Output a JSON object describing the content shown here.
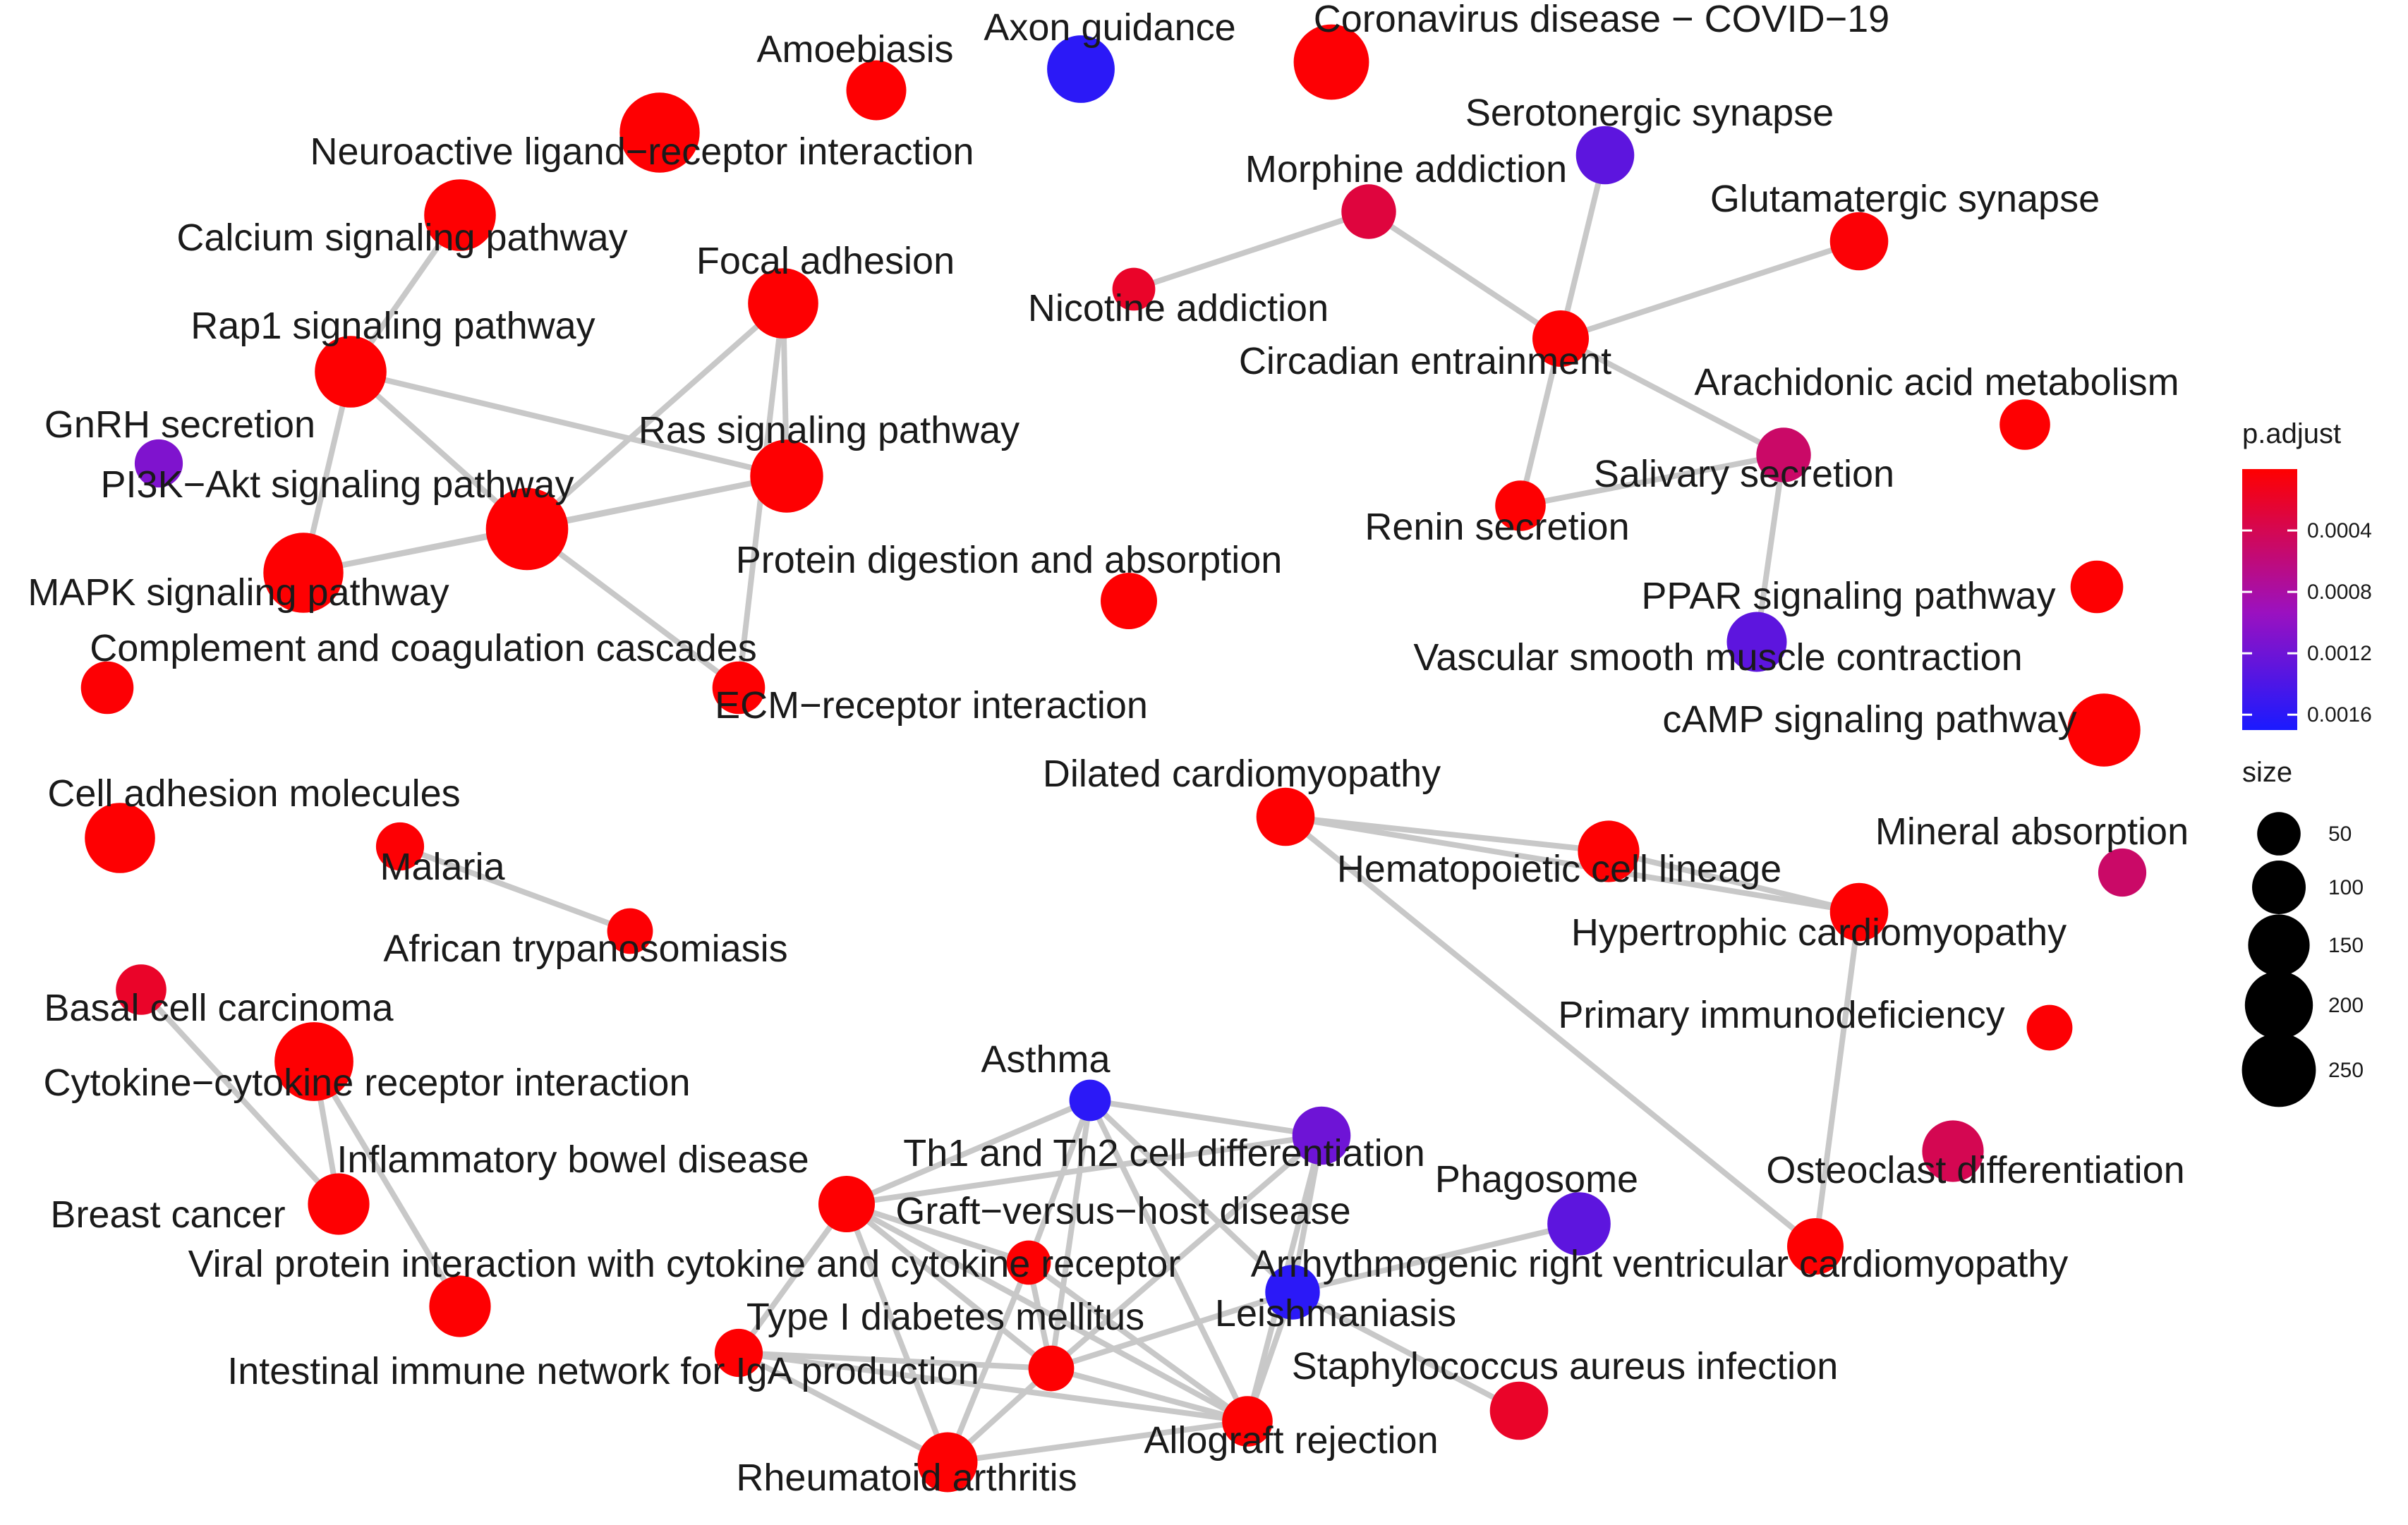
{
  "chart_data": {
    "type": "network",
    "nodes": [
      {
        "id": "amoebiasis",
        "label": "Amoebiasis",
        "size": 120,
        "p_adjust": 1e-05
      },
      {
        "id": "axon_guidance",
        "label": "Axon guidance",
        "size": 170,
        "p_adjust": 0.0016
      },
      {
        "id": "covid19",
        "label": "Coronavirus disease − COVID−19",
        "size": 230,
        "p_adjust": 2e-05
      },
      {
        "id": "neuroactive",
        "label": "Neuroactive ligand−receptor interaction",
        "size": 270,
        "p_adjust": 1e-05
      },
      {
        "id": "calcium",
        "label": "Calcium signaling pathway",
        "size": 200,
        "p_adjust": 1e-05
      },
      {
        "id": "focal_adhesion",
        "label": "Focal adhesion",
        "size": 190,
        "p_adjust": 1e-05
      },
      {
        "id": "rap1",
        "label": "Rap1 signaling pathway",
        "size": 200,
        "p_adjust": 1e-05
      },
      {
        "id": "gnrh",
        "label": "GnRH secretion",
        "size": 60,
        "p_adjust": 0.0011
      },
      {
        "id": "pi3k_akt",
        "label": "PI3K−Akt signaling pathway",
        "size": 290,
        "p_adjust": 1e-05
      },
      {
        "id": "ras",
        "label": "Ras signaling pathway",
        "size": 210,
        "p_adjust": 1e-05
      },
      {
        "id": "mapk",
        "label": "MAPK signaling pathway",
        "size": 270,
        "p_adjust": 1e-05
      },
      {
        "id": "complement",
        "label": "Complement and coagulation cascades",
        "size": 80,
        "p_adjust": 2e-05
      },
      {
        "id": "protein_digestion",
        "label": "Protein digestion and absorption",
        "size": 100,
        "p_adjust": 1e-05
      },
      {
        "id": "ecm_receptor",
        "label": "ECM−receptor interaction",
        "size": 80,
        "p_adjust": 1e-05
      },
      {
        "id": "serotonergic",
        "label": "Serotonergic synapse",
        "size": 110,
        "p_adjust": 0.0013
      },
      {
        "id": "morphine",
        "label": "Morphine addiction",
        "size": 90,
        "p_adjust": 0.0003
      },
      {
        "id": "glutamatergic",
        "label": "Glutamatergic synapse",
        "size": 110,
        "p_adjust": 3e-05
      },
      {
        "id": "nicotine",
        "label": "Nicotine addiction",
        "size": 40,
        "p_adjust": 0.0002
      },
      {
        "id": "circadian",
        "label": "Circadian entrainment",
        "size": 100,
        "p_adjust": 1e-05
      },
      {
        "id": "arachidonic",
        "label": "Arachidonic acid metabolism",
        "size": 70,
        "p_adjust": 1e-05
      },
      {
        "id": "salivary",
        "label": "Salivary secretion",
        "size": 90,
        "p_adjust": 0.0005
      },
      {
        "id": "renin",
        "label": "Renin secretion",
        "size": 70,
        "p_adjust": 1e-05
      },
      {
        "id": "ppar",
        "label": "PPAR signaling pathway",
        "size": 80,
        "p_adjust": 1e-05
      },
      {
        "id": "vascular_smooth",
        "label": "Vascular smooth muscle contraction",
        "size": 120,
        "p_adjust": 0.0013
      },
      {
        "id": "camp",
        "label": "cAMP signaling pathway",
        "size": 210,
        "p_adjust": 1e-05
      },
      {
        "id": "dilated_cm",
        "label": "Dilated cardiomyopathy",
        "size": 110,
        "p_adjust": 1e-05
      },
      {
        "id": "hematopoietic",
        "label": "Hematopoietic cell lineage",
        "size": 130,
        "p_adjust": 1e-05
      },
      {
        "id": "mineral_absorption",
        "label": "Mineral absorption",
        "size": 60,
        "p_adjust": 0.0005
      },
      {
        "id": "hypertrophic_cm",
        "label": "Hypertrophic cardiomyopathy",
        "size": 110,
        "p_adjust": 1e-05
      },
      {
        "id": "primary_immuno",
        "label": "Primary immunodeficiency",
        "size": 50,
        "p_adjust": 2e-05
      },
      {
        "id": "osteoclast",
        "label": "Osteoclast differentiation",
        "size": 130,
        "p_adjust": 0.0004
      },
      {
        "id": "arvc",
        "label": "Arrhythmogenic right ventricular cardiomyopathy",
        "size": 100,
        "p_adjust": 1e-05
      },
      {
        "id": "phagosome",
        "label": "Phagosome",
        "size": 140,
        "p_adjust": 0.0013
      },
      {
        "id": "cell_adhesion",
        "label": "Cell adhesion molecules",
        "size": 190,
        "p_adjust": 1e-05
      },
      {
        "id": "malaria",
        "label": "Malaria",
        "size": 60,
        "p_adjust": 2e-05
      },
      {
        "id": "african_tryp",
        "label": "African trypanosomiasis",
        "size": 50,
        "p_adjust": 2e-05
      },
      {
        "id": "basal_cell",
        "label": "Basal cell carcinoma",
        "size": 70,
        "p_adjust": 0.0002
      },
      {
        "id": "cytokine_receptor",
        "label": "Cytokine−cytokine receptor interaction",
        "size": 260,
        "p_adjust": 1e-05
      },
      {
        "id": "breast_cancer",
        "label": "Breast cancer",
        "size": 130,
        "p_adjust": 1e-05
      },
      {
        "id": "viral_protein",
        "label": "Viral protein interaction with cytokine and cytokine receptor",
        "size": 130,
        "p_adjust": 1e-05
      },
      {
        "id": "asthma",
        "label": "Asthma",
        "size": 35,
        "p_adjust": 0.0016
      },
      {
        "id": "th1_th2",
        "label": "Th1 and Th2 cell differentiation",
        "size": 110,
        "p_adjust": 0.0012
      },
      {
        "id": "ibd",
        "label": "Inflammatory bowel disease",
        "size": 100,
        "p_adjust": 1e-05
      },
      {
        "id": "graft_vs_host",
        "label": "Graft−versus−host disease",
        "size": 45,
        "p_adjust": 1e-05
      },
      {
        "id": "leishmaniasis",
        "label": "Leishmaniasis",
        "size": 90,
        "p_adjust": 0.0016
      },
      {
        "id": "type1_diabetes",
        "label": "Type I diabetes mellitus",
        "size": 50,
        "p_adjust": 1e-05
      },
      {
        "id": "intestinal_iga",
        "label": "Intestinal immune network for IgA production",
        "size": 60,
        "p_adjust": 1e-05
      },
      {
        "id": "staph",
        "label": "Staphylococcus aureus infection",
        "size": 110,
        "p_adjust": 0.0002
      },
      {
        "id": "allograft",
        "label": "Allograft rejection",
        "size": 70,
        "p_adjust": 1e-05
      },
      {
        "id": "rheumatoid",
        "label": "Rheumatoid arthritis",
        "size": 120,
        "p_adjust": 1e-05
      }
    ],
    "edges": [
      [
        "calcium",
        "rap1"
      ],
      [
        "rap1",
        "pi3k_akt"
      ],
      [
        "rap1",
        "ras"
      ],
      [
        "rap1",
        "mapk"
      ],
      [
        "pi3k_akt",
        "mapk"
      ],
      [
        "pi3k_akt",
        "ras"
      ],
      [
        "pi3k_akt",
        "focal_adhesion"
      ],
      [
        "pi3k_akt",
        "ecm_receptor"
      ],
      [
        "ras",
        "focal_adhesion"
      ],
      [
        "ras",
        "mapk"
      ],
      [
        "focal_adhesion",
        "ecm_receptor"
      ],
      [
        "morphine",
        "nicotine"
      ],
      [
        "morphine",
        "circadian"
      ],
      [
        "serotonergic",
        "circadian"
      ],
      [
        "circadian",
        "glutamatergic"
      ],
      [
        "circadian",
        "salivary"
      ],
      [
        "circadian",
        "renin"
      ],
      [
        "renin",
        "salivary"
      ],
      [
        "salivary",
        "vascular_smooth"
      ],
      [
        "dilated_cm",
        "hematopoietic"
      ],
      [
        "dilated_cm",
        "hypertrophic_cm"
      ],
      [
        "dilated_cm",
        "arvc"
      ],
      [
        "hematopoietic",
        "hypertrophic_cm"
      ],
      [
        "hypertrophic_cm",
        "arvc"
      ],
      [
        "malaria",
        "african_tryp"
      ],
      [
        "basal_cell",
        "breast_cancer"
      ],
      [
        "cytokine_receptor",
        "viral_protein"
      ],
      [
        "breast_cancer",
        "cytokine_receptor"
      ],
      [
        "asthma",
        "th1_th2"
      ],
      [
        "asthma",
        "ibd"
      ],
      [
        "asthma",
        "graft_vs_host"
      ],
      [
        "asthma",
        "type1_diabetes"
      ],
      [
        "asthma",
        "allograft"
      ],
      [
        "asthma",
        "leishmaniasis"
      ],
      [
        "th1_th2",
        "ibd"
      ],
      [
        "th1_th2",
        "leishmaniasis"
      ],
      [
        "th1_th2",
        "type1_diabetes"
      ],
      [
        "th1_th2",
        "allograft"
      ],
      [
        "ibd",
        "graft_vs_host"
      ],
      [
        "ibd",
        "type1_diabetes"
      ],
      [
        "ibd",
        "intestinal_iga"
      ],
      [
        "ibd",
        "rheumatoid"
      ],
      [
        "ibd",
        "allograft"
      ],
      [
        "graft_vs_host",
        "type1_diabetes"
      ],
      [
        "graft_vs_host",
        "allograft"
      ],
      [
        "graft_vs_host",
        "rheumatoid"
      ],
      [
        "type1_diabetes",
        "allograft"
      ],
      [
        "type1_diabetes",
        "intestinal_iga"
      ],
      [
        "type1_diabetes",
        "rheumatoid"
      ],
      [
        "intestinal_iga",
        "rheumatoid"
      ],
      [
        "intestinal_iga",
        "allograft"
      ],
      [
        "rheumatoid",
        "allograft"
      ],
      [
        "leishmaniasis",
        "phagosome"
      ],
      [
        "leishmaniasis",
        "staph"
      ],
      [
        "leishmaniasis",
        "allograft"
      ],
      [
        "leishmaniasis",
        "type1_diabetes"
      ]
    ],
    "legend": {
      "color_title": "p.adjust",
      "color_ticks": [
        {
          "label": "0.0004",
          "value": 0.0004
        },
        {
          "label": "0.0008",
          "value": 0.0008
        },
        {
          "label": "0.0012",
          "value": 0.0012
        },
        {
          "label": "0.0016",
          "value": 0.0016
        }
      ],
      "color_range": [
        0.0,
        0.0017
      ],
      "color_low": "#ff0000",
      "color_mid": "#9b11c0",
      "color_high": "#1a1aff",
      "size_title": "size",
      "size_ticks": [
        {
          "label": "50",
          "value": 50
        },
        {
          "label": "100",
          "value": 100
        },
        {
          "label": "150",
          "value": 150
        },
        {
          "label": "200",
          "value": 200
        },
        {
          "label": "250",
          "value": 250
        }
      ],
      "placement": "right"
    },
    "edge_color": "#c8c8c8"
  }
}
